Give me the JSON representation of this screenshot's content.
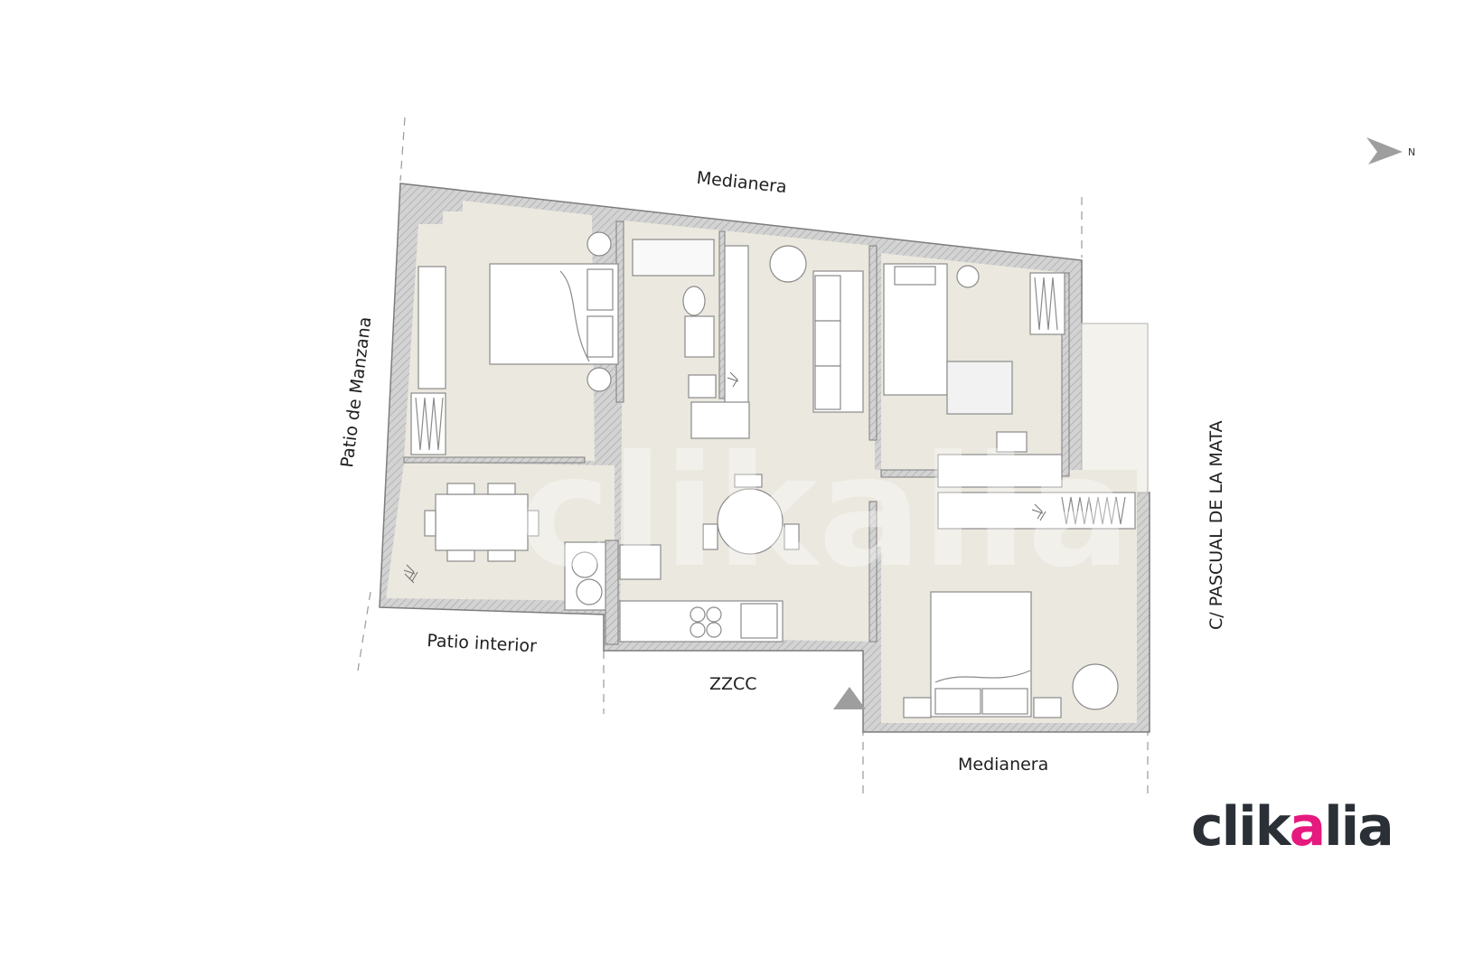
{
  "labels": {
    "medianera_top": "Medianera",
    "medianera_bottom": "Medianera",
    "patio_manzana": "Patio de Manzana",
    "patio_interior": "Patio interior",
    "zzcc": "ZZCC",
    "street": "C/ PASCUAL DE LA MATA",
    "north": "N"
  },
  "brand": {
    "logo_part1": "clik",
    "logo_accent": "a",
    "logo_part2": "lia",
    "watermark": "clikalia",
    "accent_color": "#e6197e",
    "text_color": "#2b2f36"
  },
  "colors": {
    "floor": "#ebe8df",
    "wall": "#bdbdbd",
    "bathroom": "#d9d9d9"
  }
}
